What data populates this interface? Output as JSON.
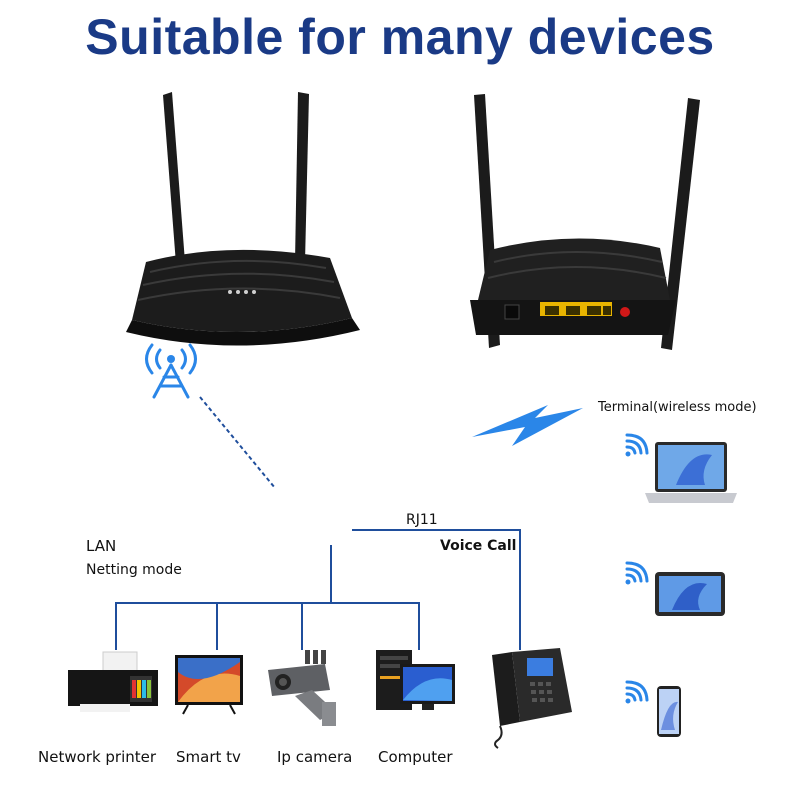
{
  "title": "Suitable for many devices",
  "labels": {
    "terminal": "Terminal(wireless mode)",
    "rj11": "RJ11",
    "voice_call": "Voice Call",
    "lan": "LAN",
    "netting_mode": "Netting mode"
  },
  "devices": [
    {
      "label": "Network printer"
    },
    {
      "label": "Smart tv"
    },
    {
      "label": "Ip camera"
    },
    {
      "label": "Computer"
    }
  ],
  "colors": {
    "title": "#1a3a86",
    "line": "#1f4e9c",
    "wifi": "#2a86e8",
    "router": "#1a1a1a",
    "port": "#e8b400"
  }
}
